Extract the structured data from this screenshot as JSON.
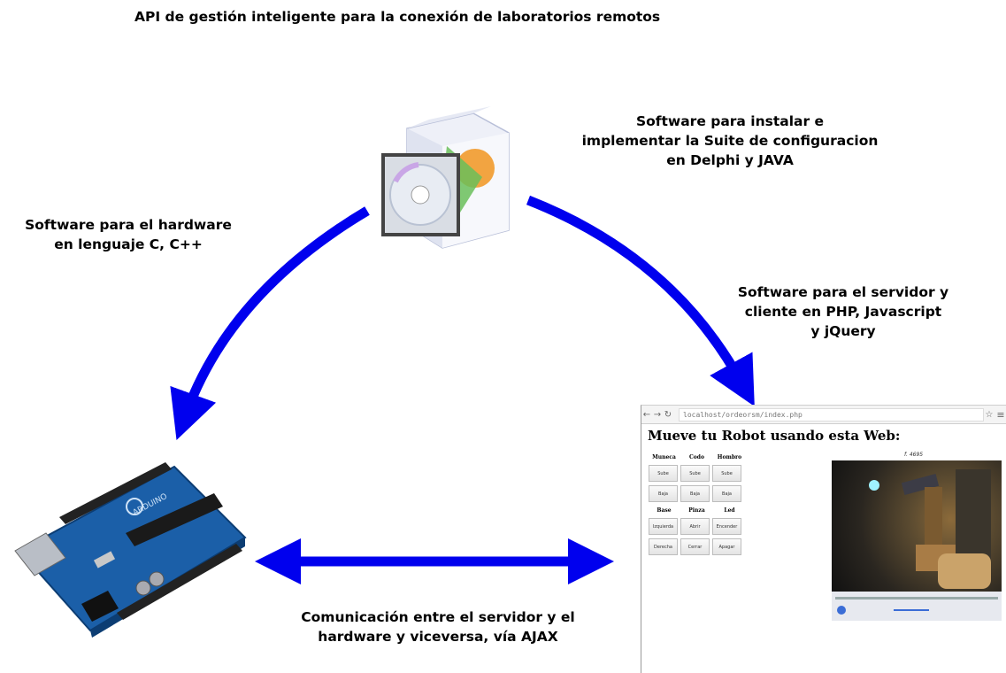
{
  "title": "API de gestión inteligente para la conexión de laboratorios remotos",
  "labels": {
    "install_software": [
      "Software para instalar e",
      "implementar la Suite de configuracion",
      "en Delphi y JAVA"
    ],
    "hardware_software": [
      "Software para el hardware",
      "en lenguaje C, C++"
    ],
    "server_software": [
      "Software para el servidor y",
      "cliente en PHP, Javascript",
      "y jQuery"
    ],
    "communication": [
      "Comunicación entre el servidor y el",
      "hardware y viceversa, vía AJAX"
    ]
  },
  "colors": {
    "arrow": "#0000ee",
    "text": "#000000",
    "board": "#1b5fa8"
  },
  "browser": {
    "url": "localhost/ordeorsm/index.php",
    "page_title": "Mueve tu Robot usando esta Web:",
    "video_caption": "f. 4695",
    "table": {
      "headers_top": [
        "Muneca",
        "Codo",
        "Hombro"
      ],
      "row1": [
        "Sube",
        "Sube",
        "Sube"
      ],
      "row2": [
        "Baja",
        "Baja",
        "Baja"
      ],
      "headers_bottom": [
        "Base",
        "Pinza",
        "Led"
      ],
      "row3": [
        "Izquierda",
        "Abrir",
        "Encender"
      ],
      "row4": [
        "Derecha",
        "Cerrar",
        "Apagar"
      ]
    }
  },
  "icons": {
    "software_box": "software-box-icon",
    "arduino": "arduino-board-icon"
  }
}
